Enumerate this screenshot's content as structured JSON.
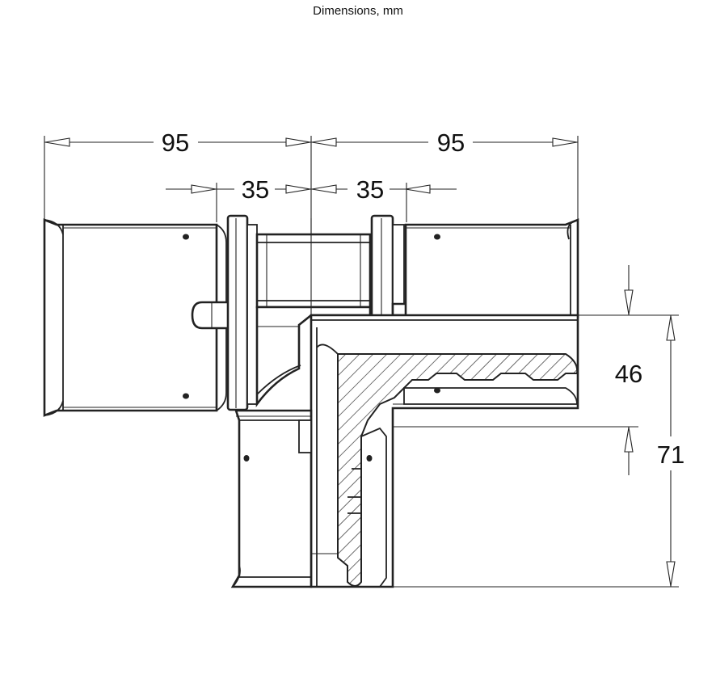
{
  "caption": "Dimensions, mm",
  "dimensions": {
    "left_overall": "95",
    "right_overall": "95",
    "left_inner": "35",
    "right_inner": "35",
    "vertical_inner": "46",
    "vertical_overall": "71"
  }
}
